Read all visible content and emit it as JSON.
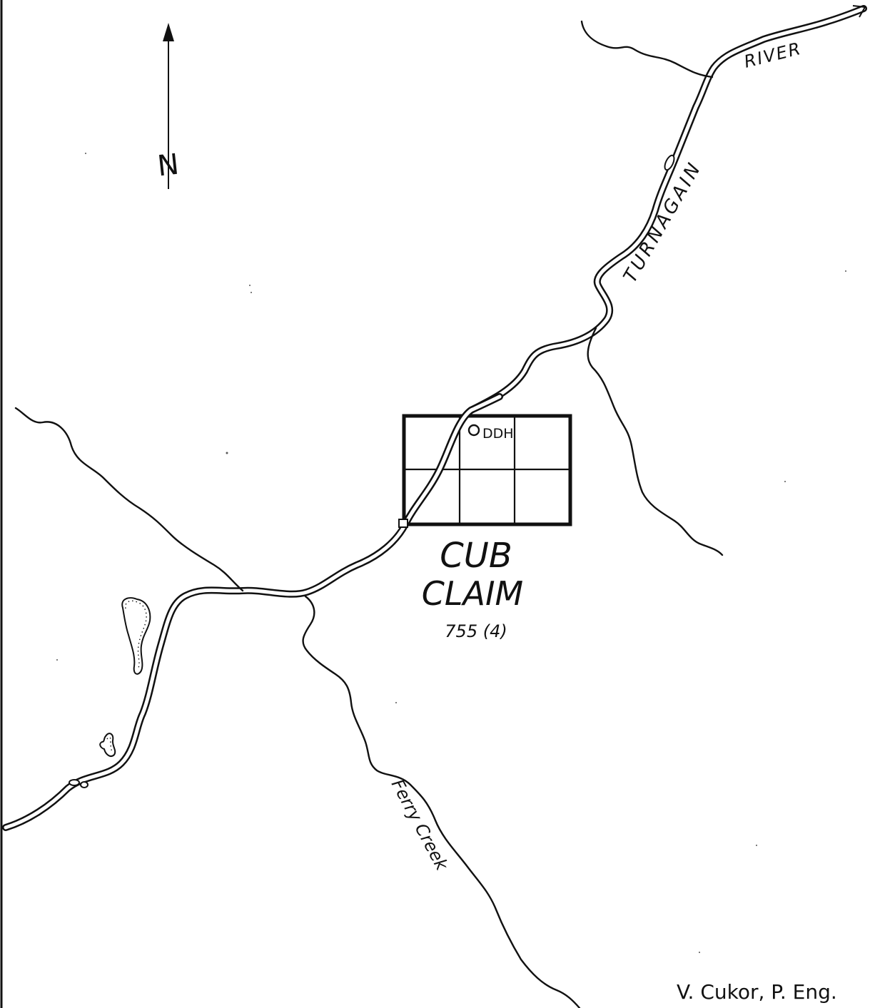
{
  "north_arrow": {
    "label": "N"
  },
  "labels": {
    "river_name_1": "RIVER",
    "river_name_2": "TURNAGAIN",
    "creek_name": "Ferry Creek",
    "claim_name_1": "CUB",
    "claim_name_2": "CLAIM",
    "claim_number": "755 (4)",
    "drill_hole": "DDH",
    "author": "V. Cukor, P. Eng."
  },
  "colors": {
    "ink": "#111111",
    "paper": "#ffffff"
  },
  "icons": {
    "north_arrow": "north-arrow-icon",
    "drill_hole": "drill-hole-circle-icon",
    "claim_post": "claim-post-square-icon"
  }
}
